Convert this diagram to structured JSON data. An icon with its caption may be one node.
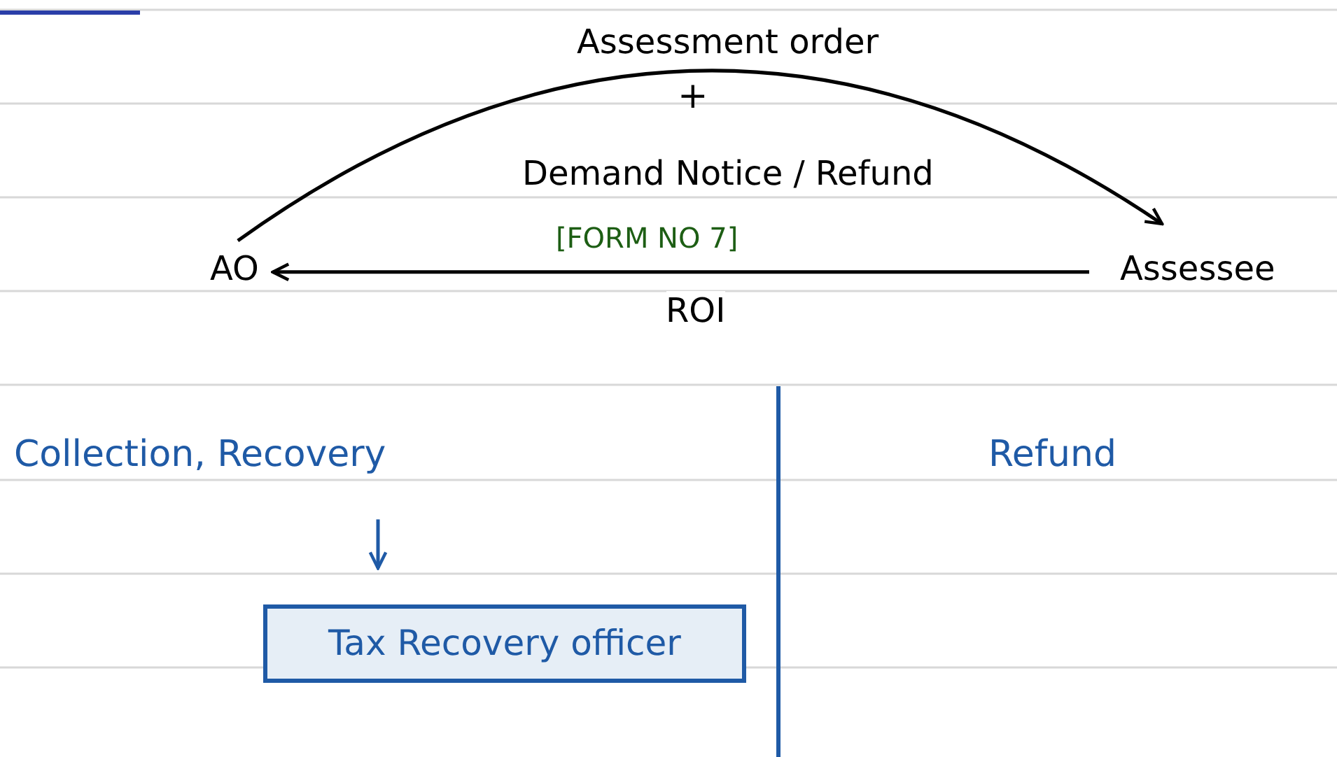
{
  "diagram": {
    "nodes": [
      {
        "text": [
          "AO"
        ]
      },
      {
        "text": [
          "Assessee"
        ]
      },
      {
        "text": [
          "Collection, Recovery"
        ]
      },
      {
        "text": [
          "Tax Recovery officer"
        ]
      }
    ],
    "edges": [
      {
        "from": 0,
        "to": 1,
        "arrow": "to",
        "label": "Assessment order"
      },
      {
        "from": 1,
        "to": 0,
        "arrow": "to",
        "label": "ROI"
      },
      {
        "from": 2,
        "to": 3,
        "arrow": "to",
        "color": "#1f5aa6"
      }
    ],
    "labels": [
      "+",
      "Demand Notice / Refund",
      "[FORM NO 7]",
      "Refund"
    ]
  }
}
